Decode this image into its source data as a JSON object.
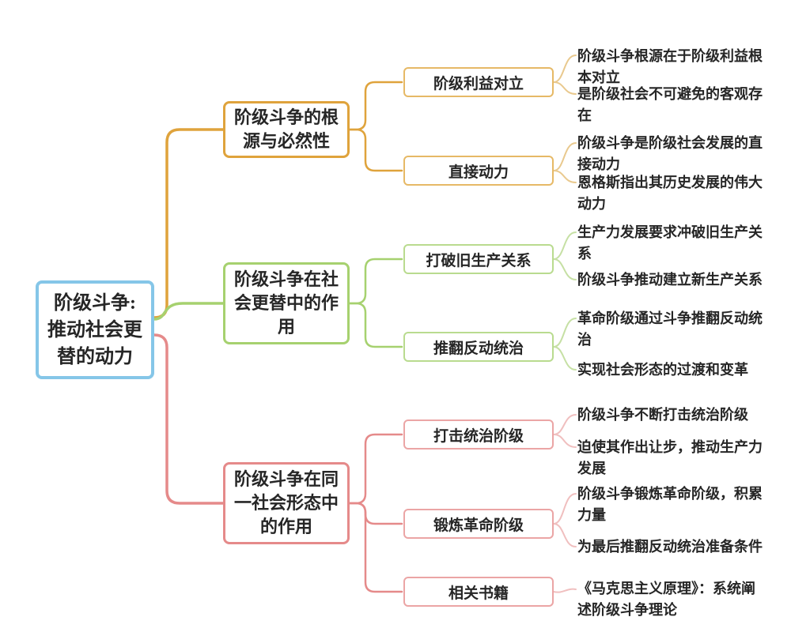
{
  "root": {
    "label": "阶级斗争:\n推动社会更\n替的动力"
  },
  "branches": [
    {
      "label": "阶级斗争的根\n源与必然性",
      "color": "#dfa33c",
      "children": [
        {
          "label": "阶级利益对立",
          "leaves": [
            "阶级斗争根源在于阶级利益根\n本对立",
            "是阶级社会不可避免的客观存\n在"
          ]
        },
        {
          "label": "直接动力",
          "leaves": [
            "阶级斗争是阶级社会发展的直\n接动力",
            "恩格斯指出其历史发展的伟大\n动力"
          ]
        }
      ]
    },
    {
      "label": "阶级斗争在社\n会更替中的作\n用",
      "color": "#a6d16f",
      "children": [
        {
          "label": "打破旧生产关系",
          "leaves": [
            "生产力发展要求冲破旧生产关\n系",
            "阶级斗争推动建立新生产关系"
          ]
        },
        {
          "label": "推翻反动统治",
          "leaves": [
            "革命阶级通过斗争推翻反动统\n治",
            "实现社会形态的过渡和变革"
          ]
        }
      ]
    },
    {
      "label": "阶级斗争在同\n一社会形态中\n的作用",
      "color": "#e58a8a",
      "children": [
        {
          "label": "打击统治阶级",
          "leaves": [
            "阶级斗争不断打击统治阶级",
            "迫使其作出让步，推动生产力\n发展"
          ]
        },
        {
          "label": "锻炼革命阶级",
          "leaves": [
            "阶级斗争锻炼革命阶级，积累\n力量",
            "为最后推翻反动统治准备条件"
          ]
        },
        {
          "label": "相关书籍",
          "leaves": [
            "《马克思主义原理》：系统阐\n述阶级斗争理论"
          ]
        }
      ]
    }
  ],
  "colors": {
    "root_border": "#85c6e8",
    "branch_origin": "#dfa33c",
    "branch_social_change": "#a6d16f",
    "branch_same_society": "#e58a8a"
  }
}
